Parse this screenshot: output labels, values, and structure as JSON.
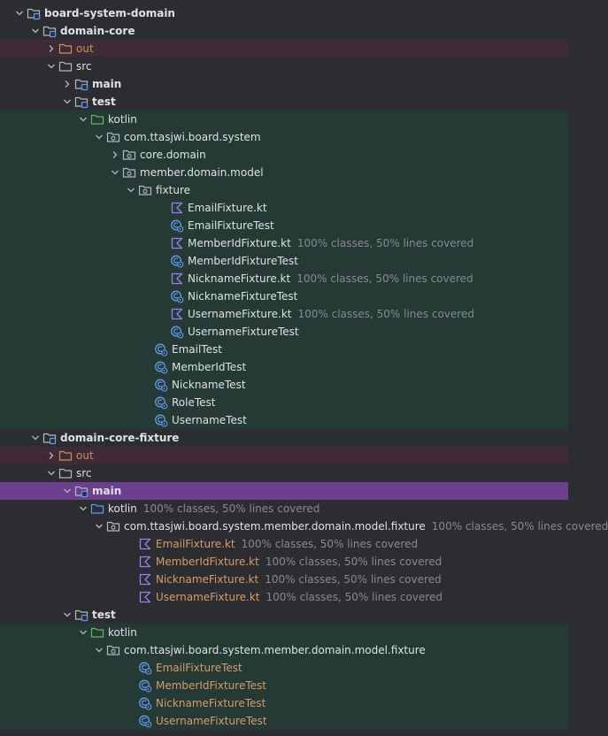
{
  "colors": {
    "background": "#2b2d30",
    "excluded_row": "#3f2a38",
    "test_row": "#253a35",
    "selected_row": "#6b3f8e",
    "text": "#dfe1e5",
    "coverage_text": "#878a8f",
    "excluded_text": "#c8934e",
    "modified_text": "#d69c6a",
    "kotlin_icon": "#9d7cf0",
    "test_icon": "#5e9df2",
    "folder_icon": "#b4b8bf"
  },
  "tree": [
    {
      "depth": 1,
      "chevron": "down",
      "icon": "module-folder-icon",
      "label": "board-system-domain",
      "style": "bold",
      "bg": "none",
      "coverage": ""
    },
    {
      "depth": 2,
      "chevron": "down",
      "icon": "module-folder-icon",
      "label": "domain-core",
      "style": "bold",
      "bg": "none",
      "coverage": ""
    },
    {
      "depth": 3,
      "chevron": "right",
      "icon": "excluded-folder-icon",
      "label": "out",
      "style": "excluded",
      "bg": "excluded",
      "coverage": ""
    },
    {
      "depth": 3,
      "chevron": "down",
      "icon": "folder-icon",
      "label": "src",
      "style": "normal",
      "bg": "none",
      "coverage": ""
    },
    {
      "depth": 4,
      "chevron": "right",
      "icon": "module-folder-icon",
      "label": "main",
      "style": "bold",
      "bg": "none",
      "coverage": ""
    },
    {
      "depth": 4,
      "chevron": "down",
      "icon": "module-folder-icon",
      "label": "test",
      "style": "bold",
      "bg": "none",
      "coverage": ""
    },
    {
      "depth": 5,
      "chevron": "down",
      "icon": "test-root-folder-icon",
      "label": "kotlin",
      "style": "normal",
      "bg": "test",
      "coverage": ""
    },
    {
      "depth": 6,
      "chevron": "down",
      "icon": "package-icon",
      "label": "com.ttasjwi.board.system",
      "style": "normal",
      "bg": "test",
      "coverage": ""
    },
    {
      "depth": 7,
      "chevron": "right",
      "icon": "package-icon",
      "label": "core.domain",
      "style": "normal",
      "bg": "test",
      "coverage": ""
    },
    {
      "depth": 7,
      "chevron": "down",
      "icon": "package-icon",
      "label": "member.domain.model",
      "style": "normal",
      "bg": "test",
      "coverage": ""
    },
    {
      "depth": 8,
      "chevron": "down",
      "icon": "package-icon",
      "label": "fixture",
      "style": "normal",
      "bg": "test",
      "coverage": ""
    },
    {
      "depth": 10,
      "chevron": "none",
      "icon": "kotlin-file-icon",
      "label": "EmailFixture.kt",
      "style": "normal",
      "bg": "test",
      "coverage": ""
    },
    {
      "depth": 10,
      "chevron": "none",
      "icon": "test-class-icon",
      "label": "EmailFixtureTest",
      "style": "normal",
      "bg": "test",
      "coverage": ""
    },
    {
      "depth": 10,
      "chevron": "none",
      "icon": "kotlin-file-icon",
      "label": "MemberIdFixture.kt",
      "style": "normal",
      "bg": "test",
      "coverage": "100% classes, 50% lines covered"
    },
    {
      "depth": 10,
      "chevron": "none",
      "icon": "test-class-icon",
      "label": "MemberIdFixtureTest",
      "style": "normal",
      "bg": "test",
      "coverage": ""
    },
    {
      "depth": 10,
      "chevron": "none",
      "icon": "kotlin-file-icon",
      "label": "NicknameFixture.kt",
      "style": "normal",
      "bg": "test",
      "coverage": "100% classes, 50% lines covered"
    },
    {
      "depth": 10,
      "chevron": "none",
      "icon": "test-class-icon",
      "label": "NicknameFixtureTest",
      "style": "normal",
      "bg": "test",
      "coverage": ""
    },
    {
      "depth": 10,
      "chevron": "none",
      "icon": "kotlin-file-icon",
      "label": "UsernameFixture.kt",
      "style": "normal",
      "bg": "test",
      "coverage": "100% classes, 50% lines covered"
    },
    {
      "depth": 10,
      "chevron": "none",
      "icon": "test-class-icon",
      "label": "UsernameFixtureTest",
      "style": "normal",
      "bg": "test",
      "coverage": ""
    },
    {
      "depth": 9,
      "chevron": "none",
      "icon": "test-class-icon",
      "label": "EmailTest",
      "style": "normal",
      "bg": "test",
      "coverage": ""
    },
    {
      "depth": 9,
      "chevron": "none",
      "icon": "test-class-icon",
      "label": "MemberIdTest",
      "style": "normal",
      "bg": "test",
      "coverage": ""
    },
    {
      "depth": 9,
      "chevron": "none",
      "icon": "test-class-icon",
      "label": "NicknameTest",
      "style": "normal",
      "bg": "test",
      "coverage": ""
    },
    {
      "depth": 9,
      "chevron": "none",
      "icon": "test-class-icon",
      "label": "RoleTest",
      "style": "normal",
      "bg": "test",
      "coverage": ""
    },
    {
      "depth": 9,
      "chevron": "none",
      "icon": "test-class-icon",
      "label": "UsernameTest",
      "style": "normal",
      "bg": "test",
      "coverage": ""
    },
    {
      "depth": 2,
      "chevron": "down",
      "icon": "module-folder-icon",
      "label": "domain-core-fixture",
      "style": "bold",
      "bg": "none",
      "coverage": ""
    },
    {
      "depth": 3,
      "chevron": "right",
      "icon": "excluded-folder-icon",
      "label": "out",
      "style": "excluded",
      "bg": "excluded",
      "coverage": ""
    },
    {
      "depth": 3,
      "chevron": "down",
      "icon": "folder-icon",
      "label": "src",
      "style": "normal",
      "bg": "none",
      "coverage": ""
    },
    {
      "depth": 4,
      "chevron": "down",
      "icon": "module-folder-icon",
      "label": "main",
      "style": "bold",
      "bg": "selected",
      "coverage": ""
    },
    {
      "depth": 5,
      "chevron": "down",
      "icon": "source-root-folder-icon",
      "label": "kotlin",
      "style": "normal",
      "bg": "none",
      "coverage": "100% classes, 50% lines covered"
    },
    {
      "depth": 6,
      "chevron": "down",
      "icon": "package-icon",
      "label": "com.ttasjwi.board.system.member.domain.model.fixture",
      "style": "normal",
      "bg": "none",
      "coverage": "100% classes, 50% lines covered"
    },
    {
      "depth": 8,
      "chevron": "none",
      "icon": "kotlin-file-icon",
      "label": "EmailFixture.kt",
      "style": "modified",
      "bg": "none",
      "coverage": "100% classes, 50% lines covered"
    },
    {
      "depth": 8,
      "chevron": "none",
      "icon": "kotlin-file-icon",
      "label": "MemberIdFixture.kt",
      "style": "modified",
      "bg": "none",
      "coverage": "100% classes, 50% lines covered"
    },
    {
      "depth": 8,
      "chevron": "none",
      "icon": "kotlin-file-icon",
      "label": "NicknameFixture.kt",
      "style": "modified",
      "bg": "none",
      "coverage": "100% classes, 50% lines covered"
    },
    {
      "depth": 8,
      "chevron": "none",
      "icon": "kotlin-file-icon",
      "label": "UsernameFixture.kt",
      "style": "modified",
      "bg": "none",
      "coverage": "100% classes, 50% lines covered"
    },
    {
      "depth": 4,
      "chevron": "down",
      "icon": "module-folder-icon",
      "label": "test",
      "style": "bold",
      "bg": "none",
      "coverage": ""
    },
    {
      "depth": 5,
      "chevron": "down",
      "icon": "test-root-folder-icon",
      "label": "kotlin",
      "style": "normal",
      "bg": "test",
      "coverage": ""
    },
    {
      "depth": 6,
      "chevron": "down",
      "icon": "package-icon",
      "label": "com.ttasjwi.board.system.member.domain.model.fixture",
      "style": "normal",
      "bg": "test",
      "coverage": ""
    },
    {
      "depth": 8,
      "chevron": "none",
      "icon": "test-class-icon",
      "label": "EmailFixtureTest",
      "style": "modified",
      "bg": "test",
      "coverage": ""
    },
    {
      "depth": 8,
      "chevron": "none",
      "icon": "test-class-icon",
      "label": "MemberIdFixtureTest",
      "style": "modified",
      "bg": "test",
      "coverage": ""
    },
    {
      "depth": 8,
      "chevron": "none",
      "icon": "test-class-icon",
      "label": "NicknameFixtureTest",
      "style": "modified",
      "bg": "test",
      "coverage": ""
    },
    {
      "depth": 8,
      "chevron": "none",
      "icon": "test-class-icon",
      "label": "UsernameFixtureTest",
      "style": "modified",
      "bg": "test",
      "coverage": ""
    }
  ]
}
